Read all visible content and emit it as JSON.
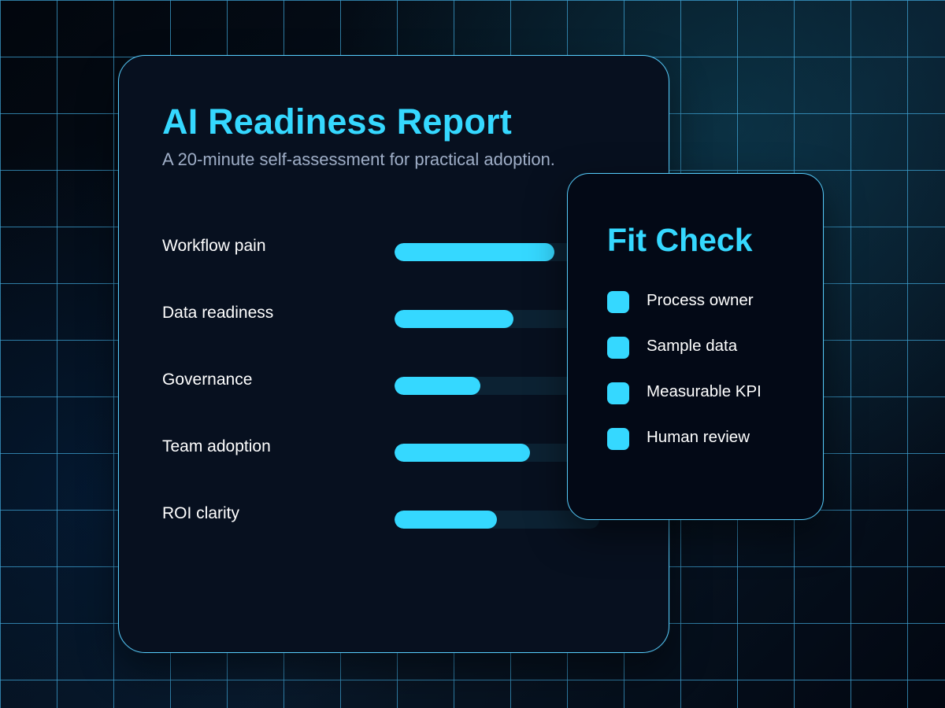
{
  "report": {
    "title": "AI Readiness Report",
    "subtitle": "A 20-minute self-assessment for practical adoption.",
    "metrics": [
      {
        "label": "Workflow pain",
        "value_percent": 78
      },
      {
        "label": "Data readiness",
        "value_percent": 58
      },
      {
        "label": "Governance",
        "value_percent": 42
      },
      {
        "label": "Team adoption",
        "value_percent": 66
      },
      {
        "label": "ROI clarity",
        "value_percent": 50
      }
    ]
  },
  "fit_check": {
    "title": "Fit Check",
    "items": [
      {
        "label": "Process owner"
      },
      {
        "label": "Sample data"
      },
      {
        "label": "Measurable KPI"
      },
      {
        "label": "Human review"
      }
    ]
  },
  "colors": {
    "accent": "#35d8ff",
    "background": "#030711",
    "panel": "#07101f",
    "panel_border": "#55c8f7",
    "track": "#0c2233"
  }
}
